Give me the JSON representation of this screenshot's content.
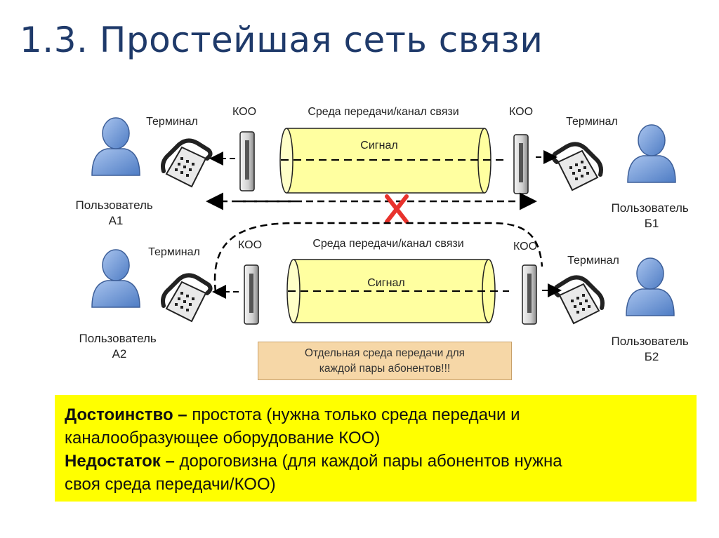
{
  "title": "1.3. Простейшая сеть связи",
  "diagram": {
    "top": {
      "terminal_left": "Терминал",
      "koo_left": "КОО",
      "medium": "Среда передачи/канал связи",
      "koo_right": "КОО",
      "terminal_right": "Терминал",
      "signal": "Сигнал",
      "user_left": [
        "Пользователь",
        "А1"
      ],
      "user_right": [
        "Пользователь",
        "Б1"
      ]
    },
    "bottom": {
      "terminal_left": "Терминал",
      "koo_left": "КОО",
      "medium": "Среда передачи/канал связи",
      "koo_right": "КОО",
      "terminal_right": "Терминал",
      "signal": "Сигнал",
      "user_left": [
        "Пользователь",
        "А2"
      ],
      "user_right": [
        "Пользователь",
        "Б2"
      ]
    },
    "note": [
      "Отдельная среда передачи для",
      "каждой пары  абонентов!!!"
    ]
  },
  "summary": {
    "advantage_label": "Достоинство –",
    "advantage_text_1": " простота (нужна только среда передачи и",
    "advantage_text_2": "каналообразующее оборудование КОО)",
    "disadvantage_label": "Недостаток –",
    "disadvantage_text_1": " дороговизна (для каждой пары абонентов нужна",
    "disadvantage_text_2": "своя среда передачи/КОО)"
  },
  "colors": {
    "title": "#1f3a6a",
    "person": "#6b95d6",
    "cylinder": "#ffffa0",
    "cross": "#e8322c",
    "note_bg": "#f6d7a7",
    "summary_bg": "#ffff00"
  }
}
